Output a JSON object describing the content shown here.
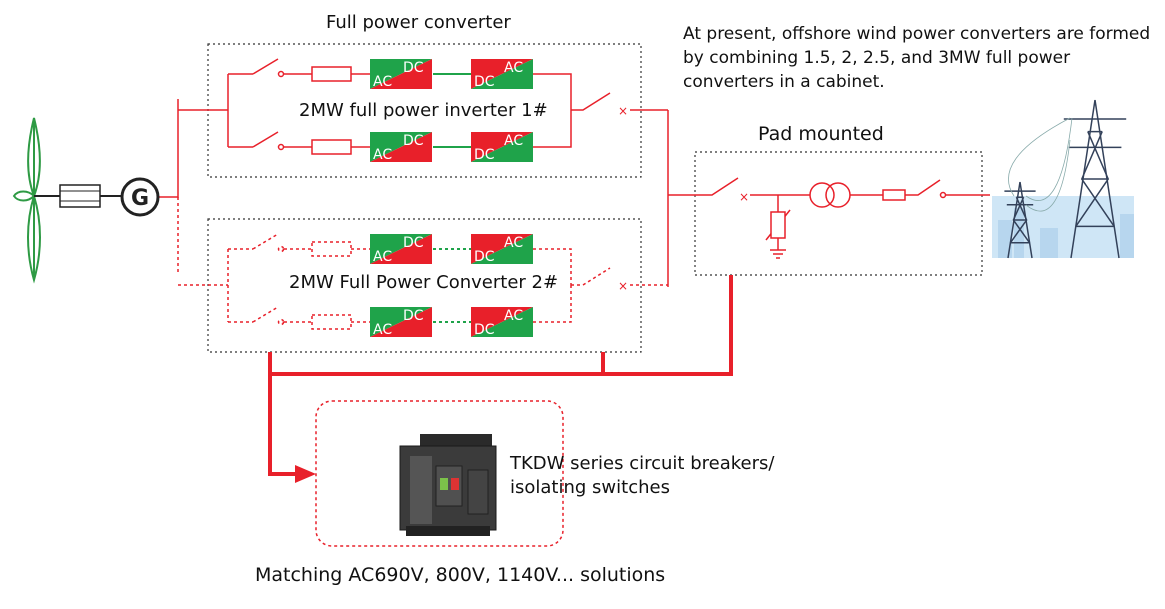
{
  "titles": {
    "full_power_converter": "Full power converter",
    "pad_mounted": "Pad mounted"
  },
  "converters": [
    {
      "label": "2MW full power inverter 1#",
      "line_style": "solid"
    },
    {
      "label": "2MW Full Power Converter 2#",
      "line_style": "dashed"
    }
  ],
  "module": {
    "ac": "AC",
    "dc": "DC"
  },
  "generator_symbol": "G",
  "note": "At present, offshore wind power converters are formed by combining 1.5, 2, 2.5, and 3MW full power converters in a cabinet.",
  "breaker": {
    "line1": "TKDW series circuit breakers/",
    "line2": "isolating switches"
  },
  "footer": "Matching AC690V, 800V, 1140V... solutions",
  "colors": {
    "wire": "#e8202a",
    "module_red": "#e8202a",
    "module_green": "#1fa34a",
    "turbine": "#2e9a44",
    "box_border": "#333333",
    "sky": "#cfe6f6"
  }
}
